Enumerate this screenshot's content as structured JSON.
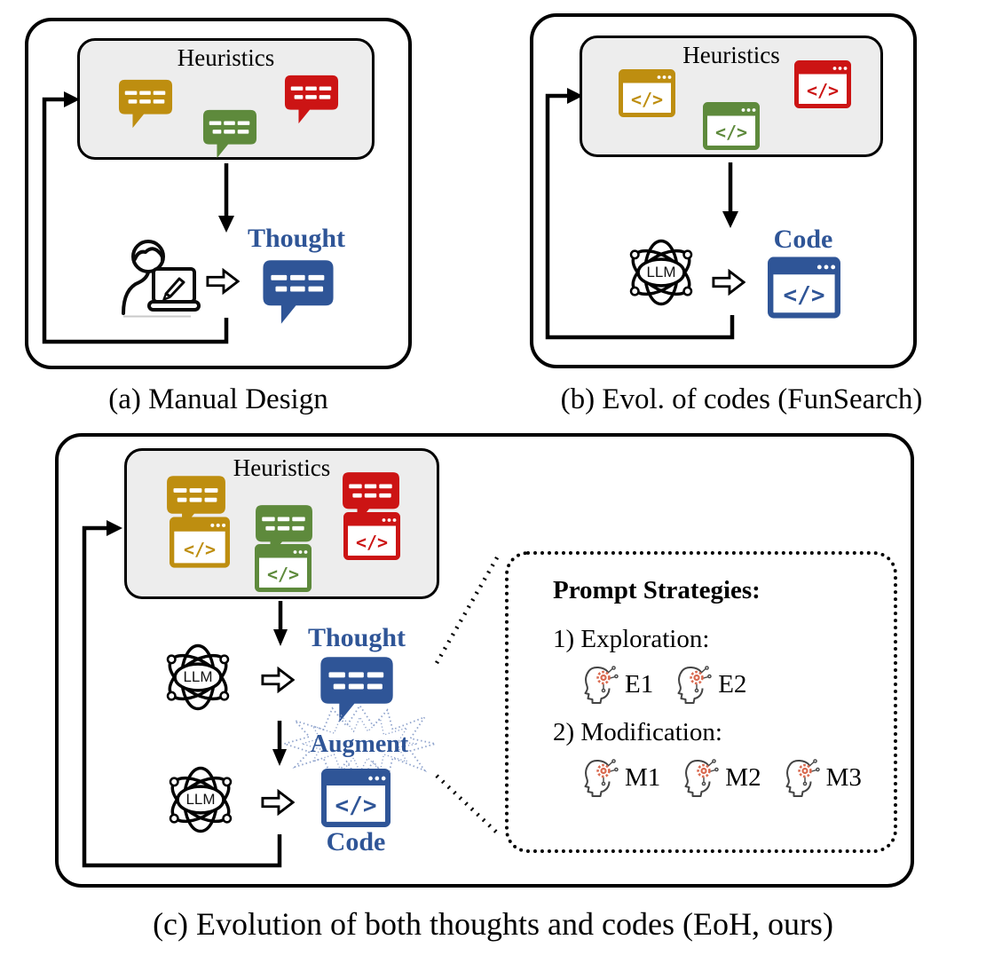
{
  "figure": {
    "captions": {
      "a": "(a) Manual Design",
      "b": "(b) Evol. of codes (FunSearch)",
      "c": "(c) Evolution of both thoughts and codes (EoH, ours)"
    },
    "labels": {
      "heuristics_a": "Heuristics",
      "heuristics_b": "Heuristics",
      "heuristics_c": "Heuristics",
      "thought_a": "Thought",
      "code_b": "Code",
      "thought_c": "Thought",
      "augment_c": "Augment",
      "code_c": "Code"
    },
    "icon_text": {
      "llm": "LLM",
      "code_glyph": "</>"
    },
    "prompt_box": {
      "title": "Prompt Strategies:",
      "exploration_heading": "1) Exploration:",
      "exploration_items": [
        "E1",
        "E2"
      ],
      "modification_heading": "2) Modification:",
      "modification_items": [
        "M1",
        "M2",
        "M3"
      ]
    },
    "colors": {
      "gold": "#BE8E10",
      "green": "#5E8A3C",
      "red": "#CC1414",
      "blue": "#2F5597",
      "gear_orange": "#D96A50",
      "gray_panel": "#EDEDED"
    }
  }
}
